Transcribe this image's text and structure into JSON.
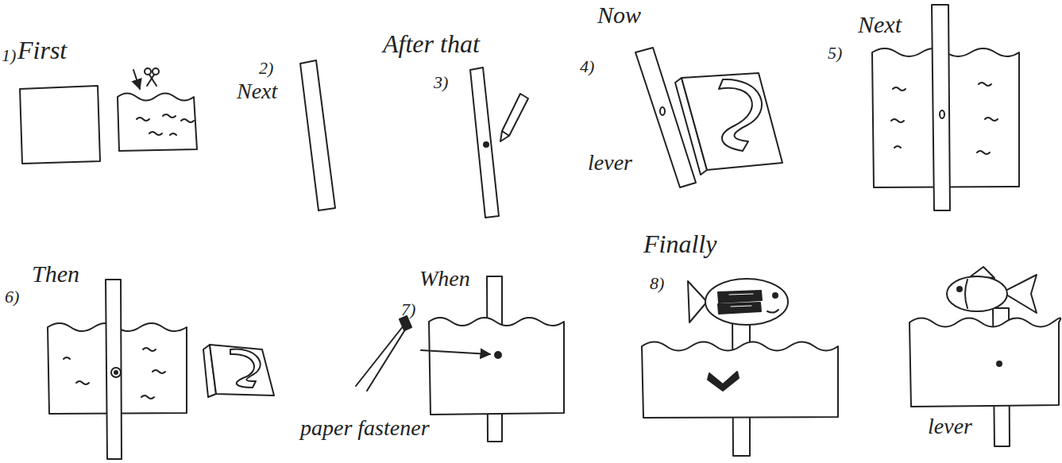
{
  "diagram": {
    "labels": [
      "1)",
      "First",
      "Next",
      "2)",
      "After that",
      "3)",
      "4)",
      "Now",
      "lever",
      "5)",
      "Next",
      "6)",
      "Then",
      "7)",
      "When",
      "paper fastener",
      "8)",
      "Finally",
      "lever"
    ]
  }
}
